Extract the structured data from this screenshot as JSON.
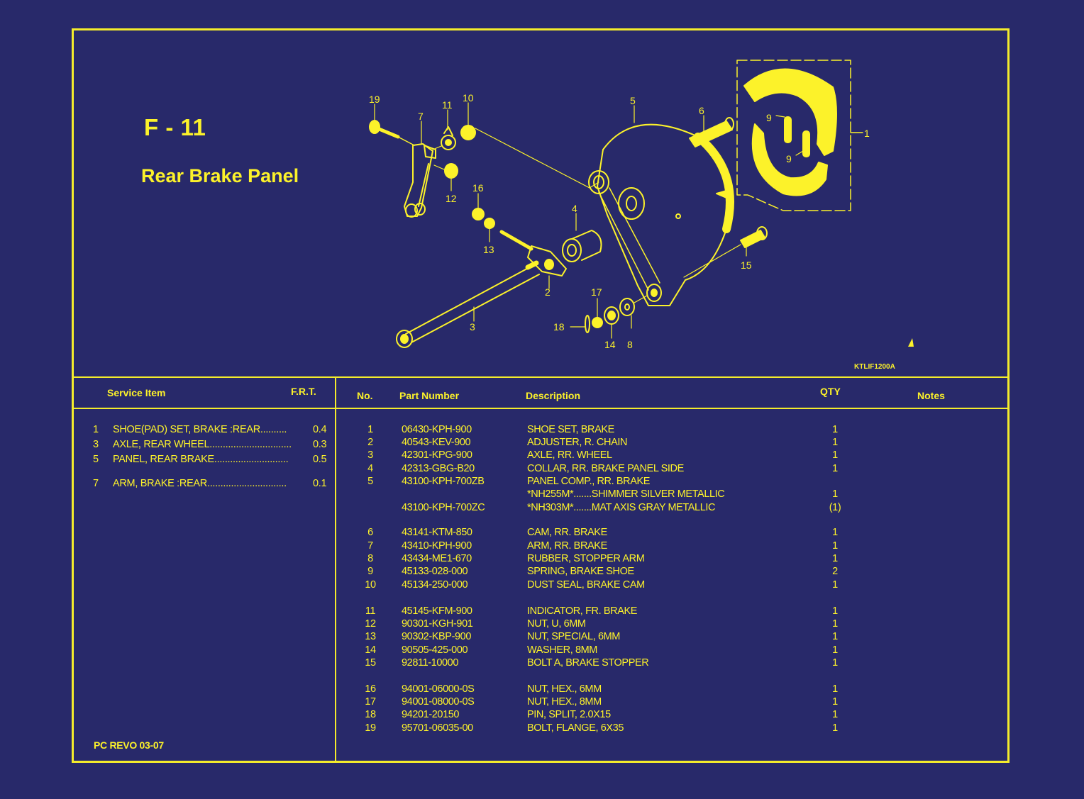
{
  "header": {
    "section_code": "F - 11",
    "section_title": "Rear Brake Panel",
    "diagram_code": "KTLIF1200A"
  },
  "diagram": {
    "callouts": [
      "1",
      "2",
      "3",
      "4",
      "5",
      "6",
      "7",
      "8",
      "9",
      "9",
      "10",
      "11",
      "12",
      "13",
      "14",
      "15",
      "16",
      "17",
      "18",
      "19"
    ]
  },
  "service": {
    "col_item": "Service Item",
    "col_frt": "F.R.T.",
    "rows": [
      {
        "no": "1",
        "item": "SHOE(PAD) SET, BRAKE :REAR..........",
        "frt": "0.4"
      },
      {
        "no": "3",
        "item": "AXLE, REAR WHEEL...............................",
        "frt": "0.3"
      },
      {
        "no": "5",
        "item": "PANEL, REAR BRAKE............................",
        "frt": "0.5"
      },
      {
        "no": "7",
        "item": "ARM, BRAKE :REAR..............................",
        "frt": "0.1"
      }
    ]
  },
  "parts": {
    "col_no": "No.",
    "col_part": "Part Number",
    "col_desc": "Description",
    "col_qty": "QTY",
    "col_notes": "Notes",
    "rows": [
      {
        "no": "1",
        "part": "06430-KPH-900",
        "desc": "SHOE SET, BRAKE",
        "qty": "1"
      },
      {
        "no": "2",
        "part": "40543-KEV-900",
        "desc": "ADJUSTER, R. CHAIN",
        "qty": "1"
      },
      {
        "no": "3",
        "part": "42301-KPG-900",
        "desc": "AXLE, RR. WHEEL",
        "qty": "1"
      },
      {
        "no": "4",
        "part": "42313-GBG-B20",
        "desc": "COLLAR, RR. BRAKE PANEL SIDE",
        "qty": "1"
      },
      {
        "no": "5",
        "part": "43100-KPH-700ZB",
        "desc": "PANEL COMP., RR. BRAKE",
        "qty": ""
      },
      {
        "no": "",
        "part": "",
        "desc": "*NH255M*.......SHIMMER SILVER METALLIC",
        "qty": "1"
      },
      {
        "no": "",
        "part": "43100-KPH-700ZC",
        "desc": "*NH303M*.......MAT AXIS GRAY METALLIC",
        "qty": "(1)"
      },
      {
        "no": "6",
        "part": "43141-KTM-850",
        "desc": "CAM, RR. BRAKE",
        "qty": "1"
      },
      {
        "no": "7",
        "part": "43410-KPH-900",
        "desc": "ARM, RR. BRAKE",
        "qty": "1"
      },
      {
        "no": "8",
        "part": "43434-ME1-670",
        "desc": "RUBBER, STOPPER ARM",
        "qty": "1"
      },
      {
        "no": "9",
        "part": "45133-028-000",
        "desc": "SPRING, BRAKE SHOE",
        "qty": "2"
      },
      {
        "no": "10",
        "part": "45134-250-000",
        "desc": "DUST SEAL, BRAKE CAM",
        "qty": "1"
      },
      {
        "no": "11",
        "part": "45145-KFM-900",
        "desc": "INDICATOR, FR. BRAKE",
        "qty": "1"
      },
      {
        "no": "12",
        "part": "90301-KGH-901",
        "desc": "NUT, U, 6MM",
        "qty": "1"
      },
      {
        "no": "13",
        "part": "90302-KBP-900",
        "desc": "NUT, SPECIAL, 6MM",
        "qty": "1"
      },
      {
        "no": "14",
        "part": "90505-425-000",
        "desc": "WASHER, 8MM",
        "qty": "1"
      },
      {
        "no": "15",
        "part": "92811-10000",
        "desc": "BOLT A, BRAKE STOPPER",
        "qty": "1"
      },
      {
        "no": "16",
        "part": "94001-06000-0S",
        "desc": "NUT, HEX., 6MM",
        "qty": "1"
      },
      {
        "no": "17",
        "part": "94001-08000-0S",
        "desc": "NUT, HEX., 8MM",
        "qty": "1"
      },
      {
        "no": "18",
        "part": "94201-20150",
        "desc": "PIN, SPLIT, 2.0X15",
        "qty": "1"
      },
      {
        "no": "19",
        "part": "95701-06035-00",
        "desc": "BOLT, FLANGE, 6X35",
        "qty": "1"
      }
    ]
  },
  "footer": {
    "model": "PC REVO   03-07"
  },
  "colors": {
    "background": "#28296a",
    "line": "#f4ec2c",
    "text": "#fcf22a"
  }
}
